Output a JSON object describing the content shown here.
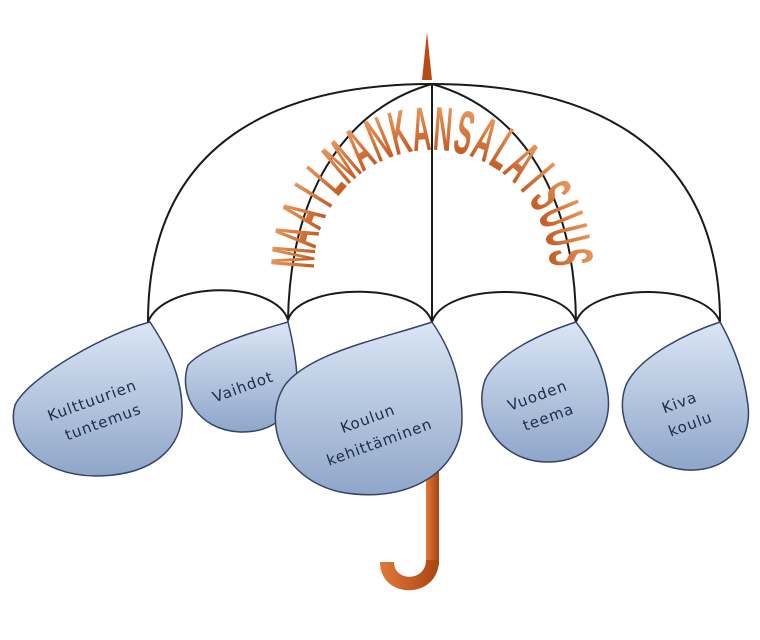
{
  "umbrella": {
    "arc_title": "MAAILMANKANSALAISUUS",
    "colors": {
      "canopy_stroke": "#1a1a1a",
      "handle": "#c8581a",
      "drop_fill_top": "#dbe6f5",
      "drop_fill_bottom": "#8fa6c9",
      "drop_stroke": "#33446a",
      "letter_top": "#f0a56a",
      "letter_bottom": "#b84a12"
    }
  },
  "drops": [
    {
      "lines": [
        "Kulttuurien",
        "tuntemus"
      ]
    },
    {
      "lines": [
        "Vaihdot"
      ]
    },
    {
      "lines": [
        "Koulun",
        "kehittäminen"
      ]
    },
    {
      "lines": [
        "Vuoden",
        "teema"
      ]
    },
    {
      "lines": [
        "Kiva",
        "koulu"
      ]
    }
  ]
}
